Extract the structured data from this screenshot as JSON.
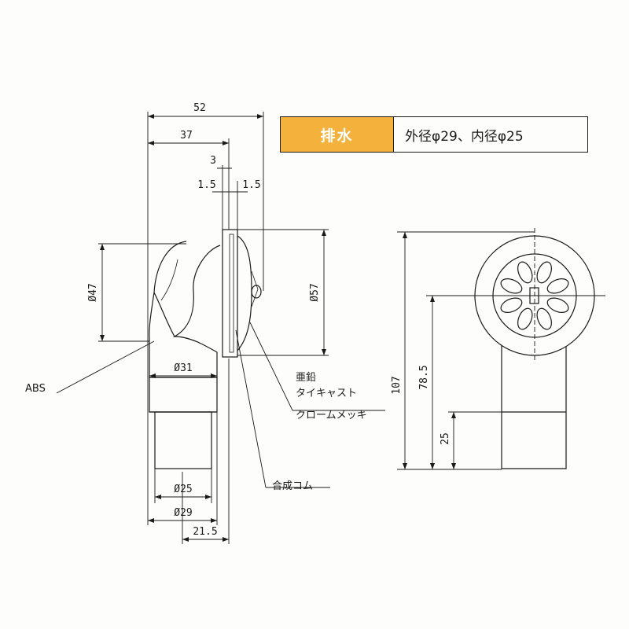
{
  "spec": {
    "category": "排水",
    "value": "外径φ29、内径φ25"
  },
  "dimensions": {
    "d52": "52",
    "d37": "37",
    "d3": "3",
    "d1_5a": "1.5",
    "d1_5b": "1.5",
    "phi47": "Ø47",
    "phi57": "Ø57",
    "phi31": "Ø31",
    "phi25": "Ø25",
    "phi29": "Ø29",
    "d21_5": "21.5",
    "d107": "107",
    "d78_5": "78.5",
    "d25": "25"
  },
  "labels": {
    "abs": "ABS",
    "zinc": "亜鉛",
    "diecast": "タイキャスト",
    "chrome": "クロームメッキ",
    "rubber": "合成コム"
  },
  "colors": {
    "accent": "#f4b23c",
    "line": "#1a1a1a"
  }
}
